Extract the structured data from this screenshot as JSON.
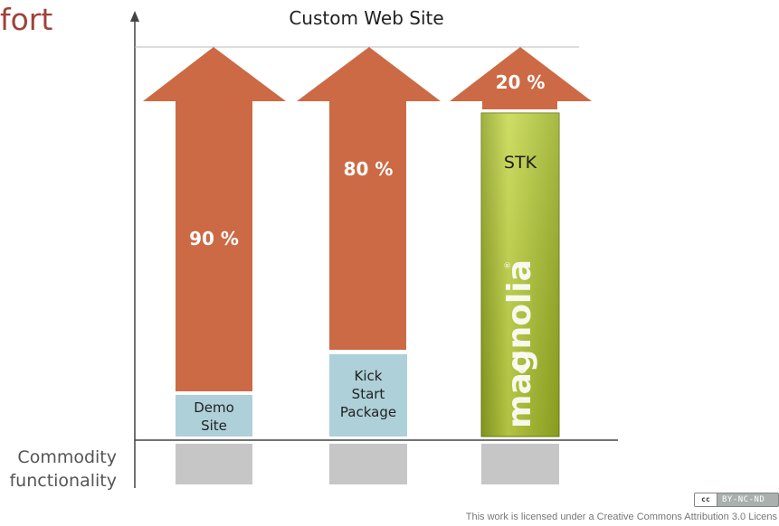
{
  "title_fragment": "fort",
  "top_label": "Custom Web Site",
  "columns": [
    {
      "percent": "90 %",
      "base_label": "Demo\nSite"
    },
    {
      "percent": "80 %",
      "base_label": "Kick\nStart\nPackage"
    },
    {
      "percent": "20 %",
      "base_label": "STK",
      "logo_text": "magnolia"
    }
  ],
  "y_axis_label": "Commodity\nfunctionality",
  "license_badge": {
    "cc_mark": "cc",
    "text": "BY-NC-ND"
  },
  "license_text": "This work is licensed under a Creative Commons Attribution 3.0 Licens",
  "colors": {
    "title": "#a0413a",
    "arrow": "#cc6a45",
    "base_box": "#aed0d8",
    "commodity_box": "#c6c6c6",
    "stk_green": "#a6bd2e",
    "axis": "#444444"
  }
}
